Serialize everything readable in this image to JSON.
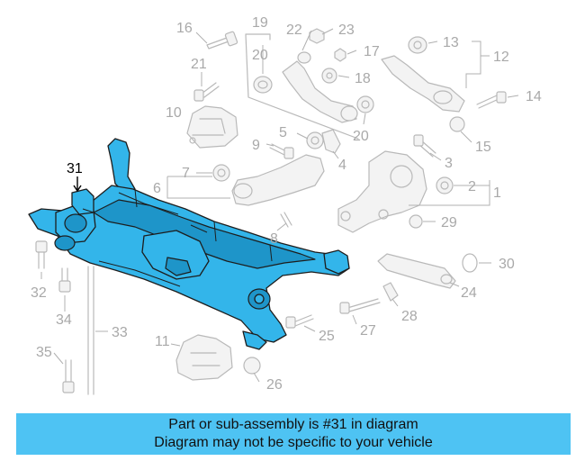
{
  "diagram": {
    "callouts": [
      {
        "id": "c1",
        "text": "1",
        "highlight": false
      },
      {
        "id": "c2",
        "text": "2",
        "highlight": false
      },
      {
        "id": "c3",
        "text": "3",
        "highlight": false
      },
      {
        "id": "c4",
        "text": "4",
        "highlight": false
      },
      {
        "id": "c5",
        "text": "5",
        "highlight": false
      },
      {
        "id": "c6",
        "text": "6",
        "highlight": false
      },
      {
        "id": "c7",
        "text": "7",
        "highlight": false
      },
      {
        "id": "c8",
        "text": "8",
        "highlight": false
      },
      {
        "id": "c9",
        "text": "9",
        "highlight": false
      },
      {
        "id": "c10",
        "text": "10",
        "highlight": false
      },
      {
        "id": "c11",
        "text": "11",
        "highlight": false
      },
      {
        "id": "c12",
        "text": "12",
        "highlight": false
      },
      {
        "id": "c13",
        "text": "13",
        "highlight": false
      },
      {
        "id": "c14",
        "text": "14",
        "highlight": false
      },
      {
        "id": "c15",
        "text": "15",
        "highlight": false
      },
      {
        "id": "c16",
        "text": "16",
        "highlight": false
      },
      {
        "id": "c17",
        "text": "17",
        "highlight": false
      },
      {
        "id": "c18",
        "text": "18",
        "highlight": false
      },
      {
        "id": "c19",
        "text": "19",
        "highlight": false
      },
      {
        "id": "c20a",
        "text": "20",
        "highlight": false
      },
      {
        "id": "c20b",
        "text": "20",
        "highlight": false
      },
      {
        "id": "c21",
        "text": "21",
        "highlight": false
      },
      {
        "id": "c22",
        "text": "22",
        "highlight": false
      },
      {
        "id": "c23",
        "text": "23",
        "highlight": false
      },
      {
        "id": "c24",
        "text": "24",
        "highlight": false
      },
      {
        "id": "c25",
        "text": "25",
        "highlight": false
      },
      {
        "id": "c26",
        "text": "26",
        "highlight": false
      },
      {
        "id": "c27",
        "text": "27",
        "highlight": false
      },
      {
        "id": "c28",
        "text": "28",
        "highlight": false
      },
      {
        "id": "c29",
        "text": "29",
        "highlight": false
      },
      {
        "id": "c30",
        "text": "30",
        "highlight": false
      },
      {
        "id": "c31",
        "text": "31",
        "highlight": true
      },
      {
        "id": "c32",
        "text": "32",
        "highlight": false
      },
      {
        "id": "c33",
        "text": "33",
        "highlight": false
      },
      {
        "id": "c34",
        "text": "34",
        "highlight": false
      },
      {
        "id": "c35",
        "text": "35",
        "highlight": false
      }
    ],
    "highlight_color": "#33b5ea",
    "ghost_color": "#b9b9b9"
  },
  "banner": {
    "line1": "Part or sub-assembly is #31 in diagram",
    "line2": "Diagram may not be specific to your vehicle",
    "background": "#4ec3f3"
  }
}
